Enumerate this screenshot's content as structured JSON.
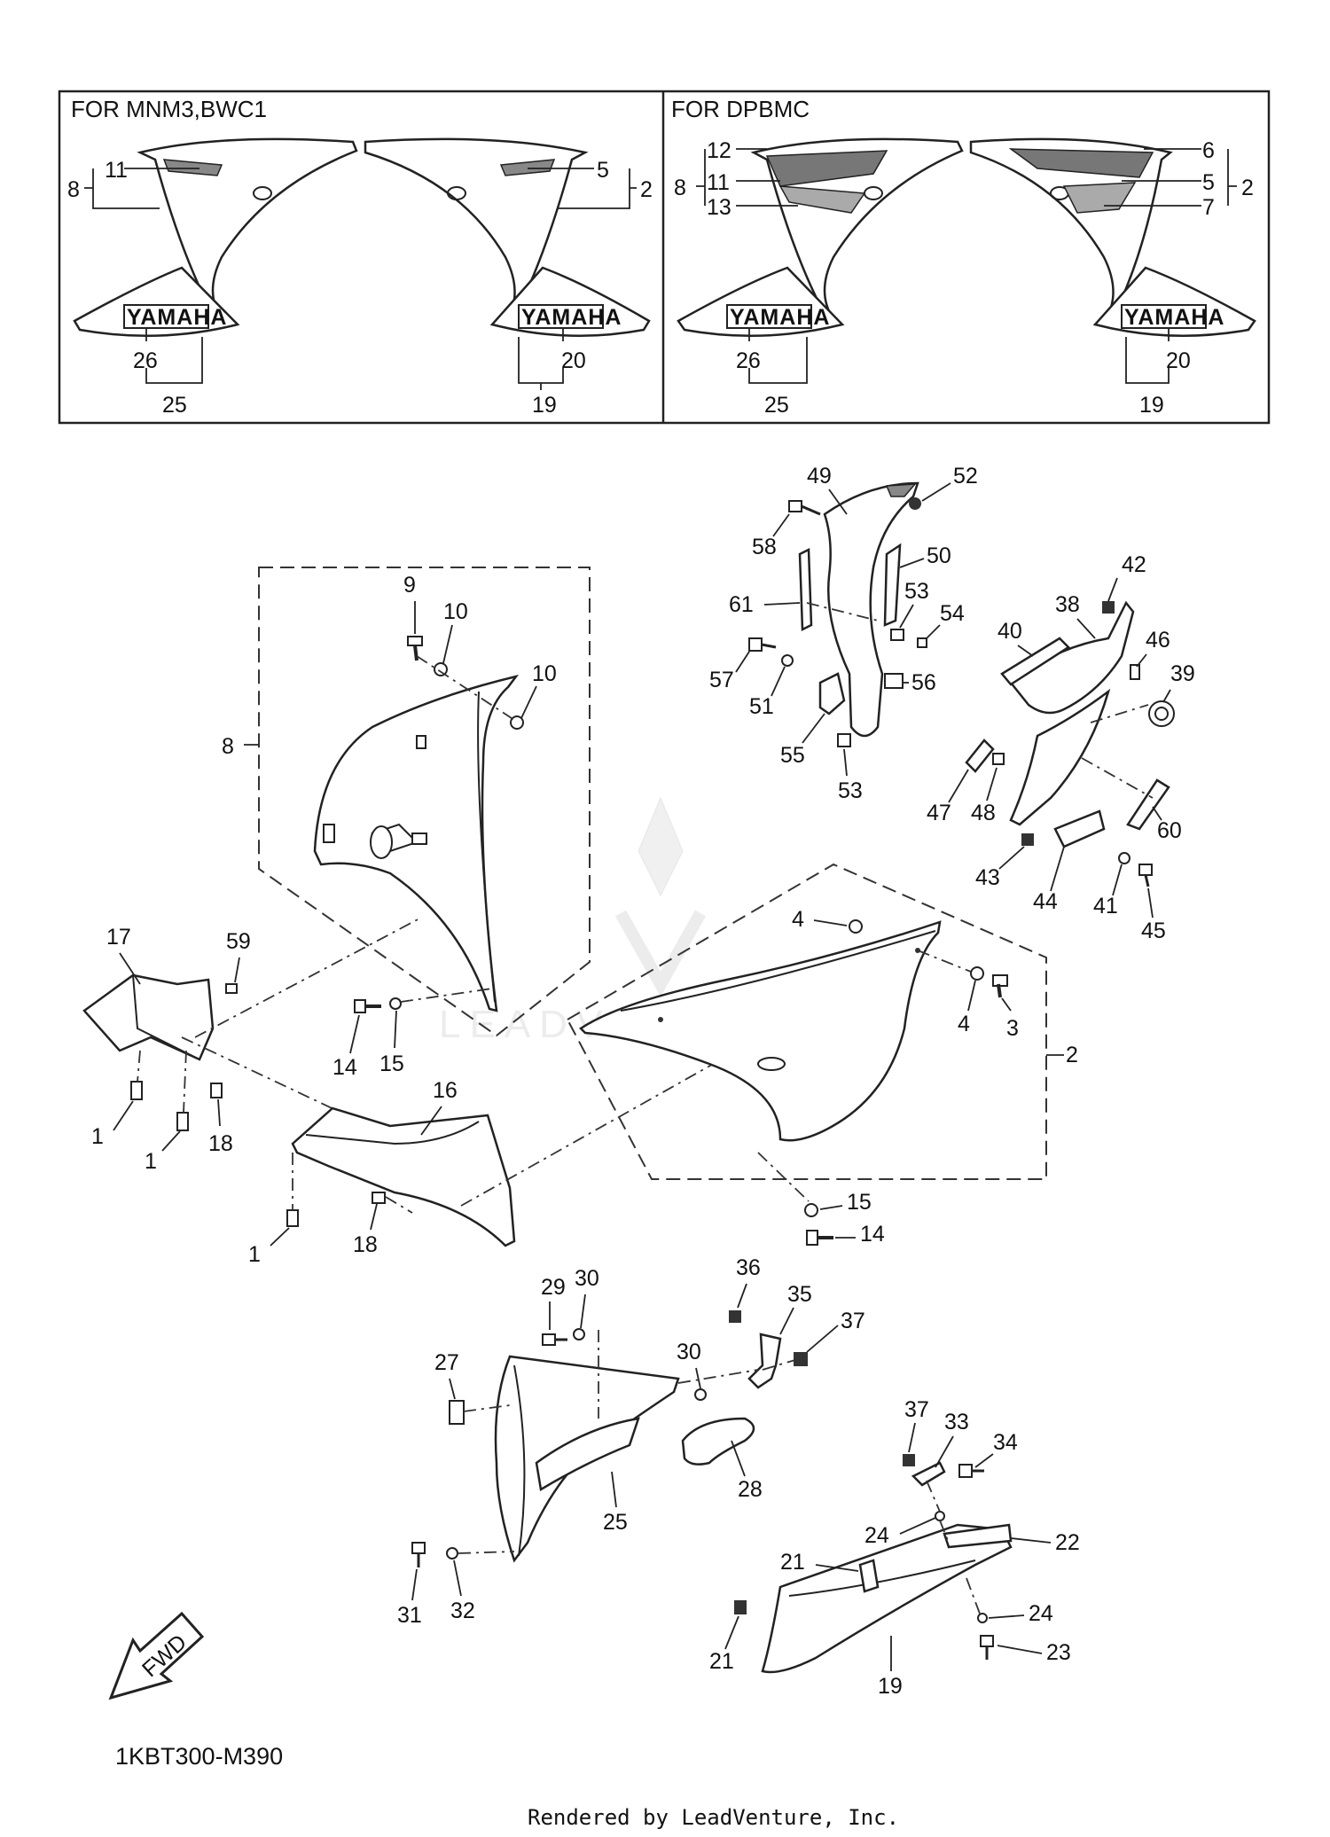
{
  "diagram": {
    "panel_left_title": "FOR MNM3,BWC1",
    "panel_right_title": "FOR DPBMC",
    "logo_text": "YAMAHA",
    "fwd_label": "FWD",
    "drawing_code": "1KBT300-M390",
    "rendered_by": "Rendered by LeadVenture, Inc.",
    "watermark": "LEADVENTURE",
    "callouts_left_panel": [
      "11",
      "8",
      "5",
      "2",
      "26",
      "25",
      "20",
      "19"
    ],
    "callouts_right_panel": [
      "12",
      "11",
      "13",
      "8",
      "6",
      "5",
      "7",
      "2",
      "26",
      "25",
      "20",
      "19"
    ],
    "callouts_main": [
      "49",
      "52",
      "58",
      "50",
      "53",
      "54",
      "61",
      "57",
      "51",
      "56",
      "55",
      "53",
      "42",
      "38",
      "40",
      "46",
      "39",
      "47",
      "48",
      "60",
      "43",
      "44",
      "41",
      "45",
      "9",
      "10",
      "10",
      "8",
      "17",
      "59",
      "14",
      "15",
      "1",
      "1",
      "18",
      "16",
      "1",
      "18",
      "4",
      "4",
      "3",
      "2",
      "15",
      "14",
      "29",
      "30",
      "36",
      "35",
      "37",
      "27",
      "30",
      "28",
      "25",
      "31",
      "32",
      "37",
      "33",
      "34",
      "24",
      "22",
      "21",
      "24",
      "21",
      "23",
      "19"
    ]
  }
}
